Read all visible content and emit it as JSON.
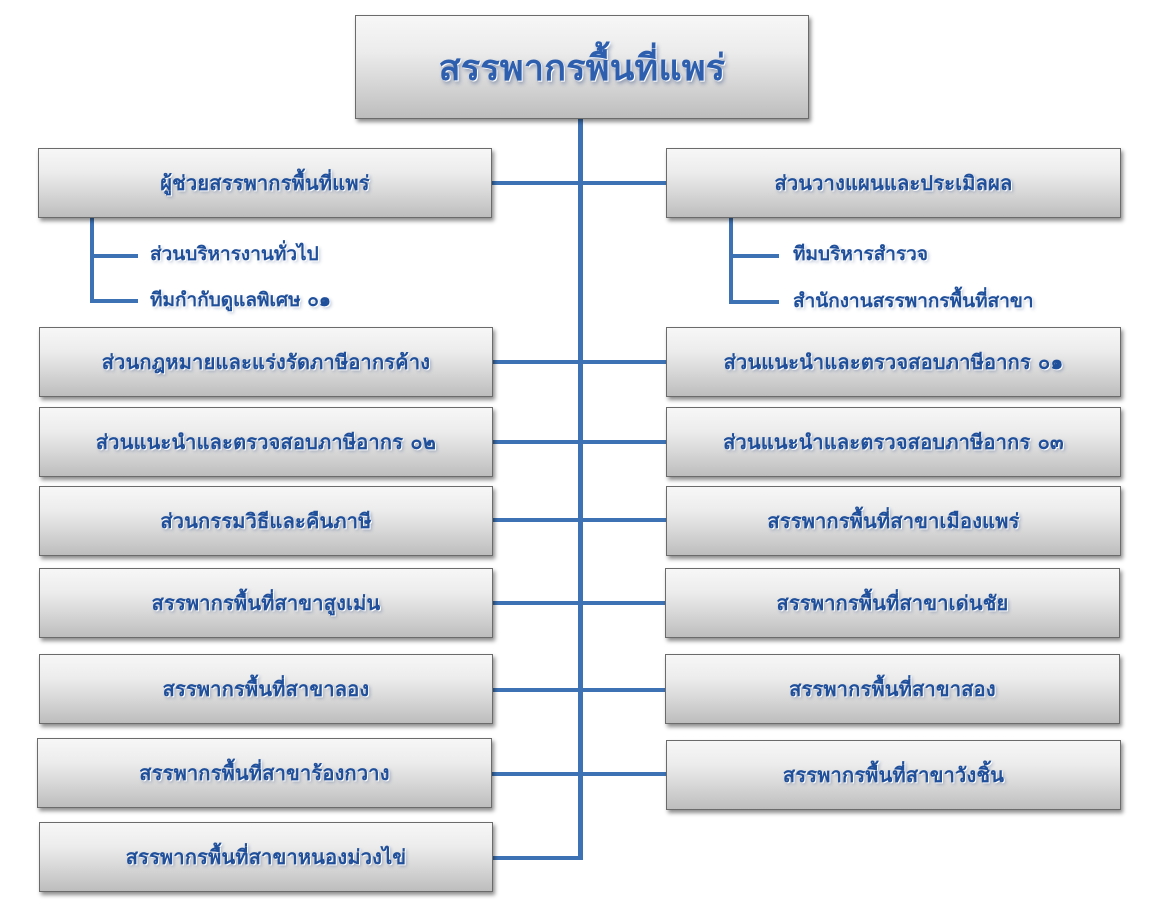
{
  "title": "สรรพากรพื้นที่แพร่",
  "left_top": {
    "label": "ผู้ช่วยสรรพากรพื้นที่แพร่",
    "subs": [
      "ส่วนบริหารงานทั่วไป",
      "ทีมกำกับดูแลพิเศษ ๐๑"
    ]
  },
  "right_top": {
    "label": "ส่วนวางแผนและประเมิลผล",
    "subs": [
      "ทีมบริหารสำรวจ",
      "สำนักงานสรรพากรพื้นที่สาขา"
    ]
  },
  "left_nodes": [
    "ส่วนกฎหมายและแร่งรัดภาษีอากรค้าง",
    "ส่วนแนะนำและตรวจสอบภาษีอากร ๐๒",
    "ส่วนกรรมวิธีและคืนภาษี",
    "สรรพากรพื้นที่สาขาสูงเม่น",
    "สรรพากรพื้นที่สาขาลอง",
    "สรรพากรพื้นที่สาขาร้องกวาง",
    "สรรพากรพื้นที่สาขาหนองม่วงไข่"
  ],
  "right_nodes": [
    "ส่วนแนะนำและตรวจสอบภาษีอากร ๐๑",
    "ส่วนแนะนำและตรวจสอบภาษีอากร ๐๓",
    "สรรพากรพื้นที่สาขาเมืองแพร่",
    "สรรพากรพื้นที่สาขาเด่นชัย",
    "สรรพากรพื้นที่สาขาสอง",
    "สรรพากรพื้นที่สาขาวังชิ้น"
  ],
  "colors": {
    "connector": "#3d73b5",
    "text": "#1f4f9a"
  }
}
